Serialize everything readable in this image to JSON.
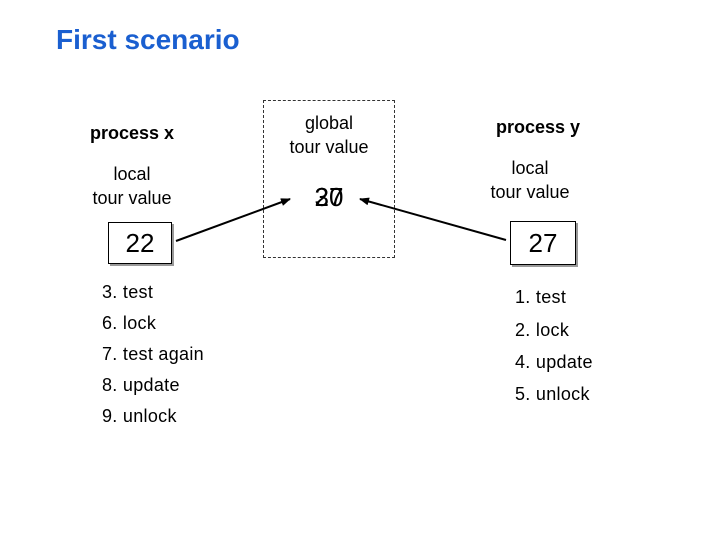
{
  "title": "First scenario",
  "process_x": {
    "title": "process x",
    "local_label_line1": "local",
    "local_label_line2": "tour value",
    "value": "22",
    "steps": [
      "3. test",
      "6. lock",
      "7. test again",
      "8. update",
      "9. unlock"
    ]
  },
  "global": {
    "label_line1": "global",
    "label_line2": "tour value",
    "value_old": "30",
    "value_new": "27"
  },
  "process_y": {
    "title": "process y",
    "local_label_line1": "local",
    "local_label_line2": "tour value",
    "value": "27",
    "steps": [
      "1. test",
      "2. lock",
      "4. update",
      "5. unlock"
    ]
  }
}
